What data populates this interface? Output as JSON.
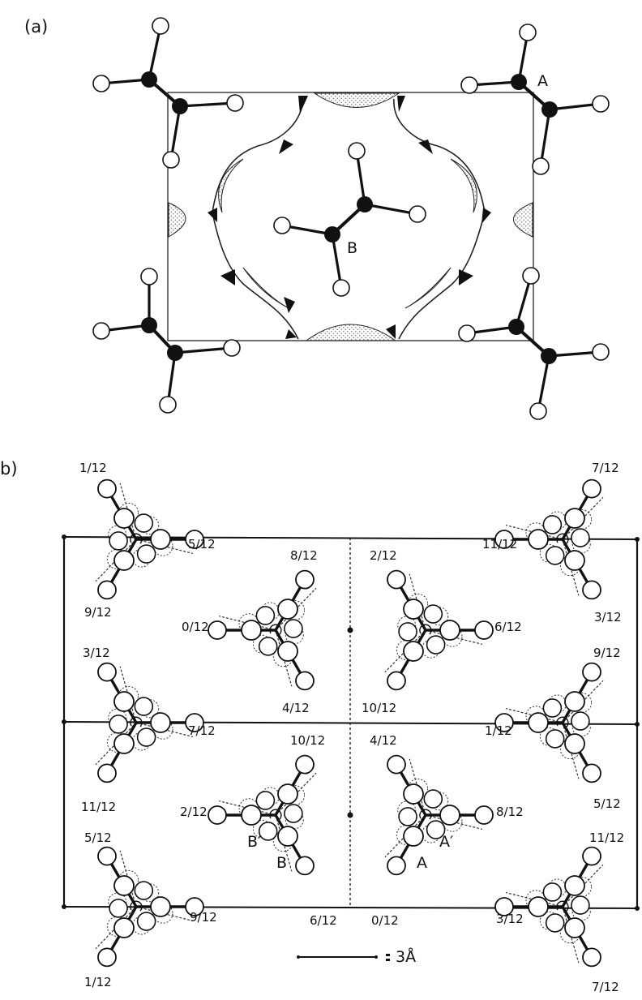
{
  "panel_a": {
    "label": "(a)",
    "atom_labels": {
      "a": "A",
      "b": "B"
    }
  },
  "panel_b": {
    "label": "b)",
    "atom_labels": {
      "a": "A",
      "a_prime": "A′",
      "b": "B",
      "b_prime": "B′"
    },
    "height_fractions": [
      "1/12",
      "5/12",
      "9/12",
      "7/12",
      "11/12",
      "3/12",
      "8/12",
      "0/12",
      "4/12",
      "2/12",
      "6/12",
      "10/12",
      "3/12",
      "7/12",
      "11/12",
      "9/12",
      "1/12",
      "5/12",
      "10/12",
      "2/12",
      "6/12",
      "4/12",
      "8/12",
      "0/12",
      "5/12",
      "9/12",
      "1/12",
      "11/12",
      "3/12",
      "7/12"
    ],
    "scale_bar": "3Å"
  }
}
